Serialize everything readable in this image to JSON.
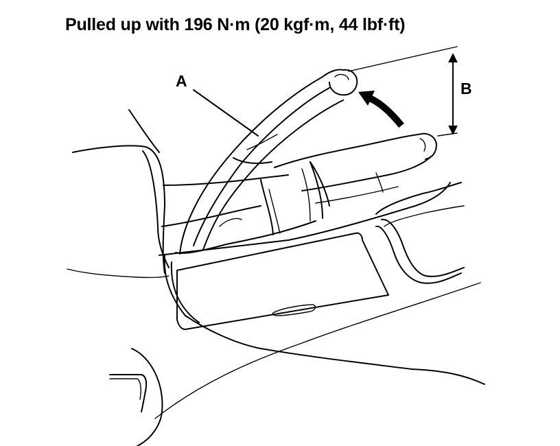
{
  "diagram": {
    "caption": "Pulled up with 196 N·m (20 kgf·m, 44 lbf·ft)",
    "callouts": {
      "a": "A",
      "b": "B"
    }
  }
}
